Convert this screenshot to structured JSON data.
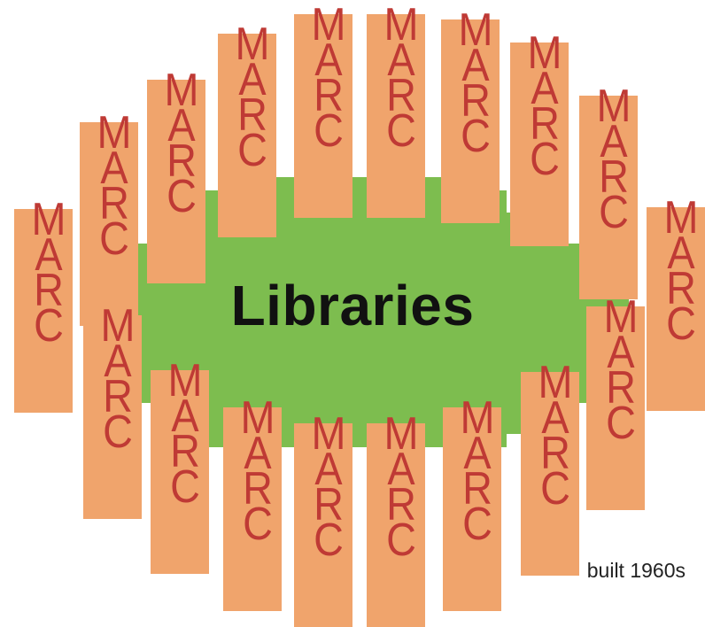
{
  "center_label": "Libraries",
  "footnote": "built 1960s",
  "repeated_stack": [
    "M",
    "A",
    "R",
    "C"
  ],
  "colors": {
    "tile": "#f0a46c",
    "letters": "#bf3a35",
    "center_fill": "#7dbd4f",
    "center_text": "#111111"
  }
}
